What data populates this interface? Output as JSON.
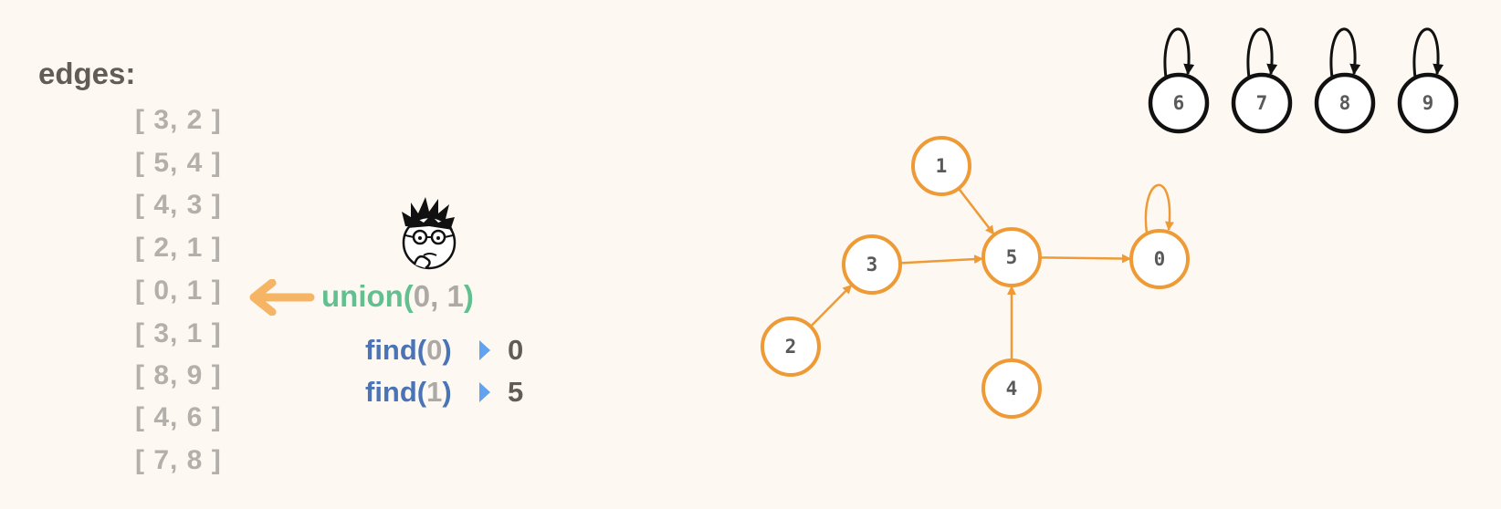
{
  "edges_label": "edges:",
  "edges": [
    "[ 3, 2 ]",
    "[ 5, 4 ]",
    "[ 4, 3 ]",
    "[ 2, 1 ]",
    "[ 0, 1 ]",
    "[ 3, 1 ]",
    "[ 8, 9 ]",
    "[ 4, 6 ]",
    "[ 7, 8 ]"
  ],
  "current_edge_index": 4,
  "operation": {
    "union_fn": "union(",
    "union_args": "0, 1",
    "union_close": ")",
    "finds": [
      {
        "fn": "find(",
        "arg": "0",
        "close": ")",
        "result": "0"
      },
      {
        "fn": "find(",
        "arg": "1",
        "close": ")",
        "result": "5"
      }
    ]
  },
  "graph": {
    "nodes": [
      {
        "id": "0",
        "group": "orange",
        "self_loop": true
      },
      {
        "id": "1",
        "group": "orange"
      },
      {
        "id": "2",
        "group": "orange"
      },
      {
        "id": "3",
        "group": "orange"
      },
      {
        "id": "4",
        "group": "orange"
      },
      {
        "id": "5",
        "group": "orange"
      },
      {
        "id": "6",
        "group": "black",
        "self_loop": true
      },
      {
        "id": "7",
        "group": "black",
        "self_loop": true
      },
      {
        "id": "8",
        "group": "black",
        "self_loop": true
      },
      {
        "id": "9",
        "group": "black",
        "self_loop": true
      }
    ],
    "links": [
      {
        "from": "1",
        "to": "5"
      },
      {
        "from": "3",
        "to": "5"
      },
      {
        "from": "5",
        "to": "0"
      },
      {
        "from": "4",
        "to": "5"
      },
      {
        "from": "2",
        "to": "3"
      }
    ]
  },
  "colors": {
    "orange": "#ee9a36",
    "black": "#111111",
    "arrow": "#f5b565",
    "union": "#62c090",
    "find": "#4a74b6",
    "pointer": "#62a2ee"
  }
}
